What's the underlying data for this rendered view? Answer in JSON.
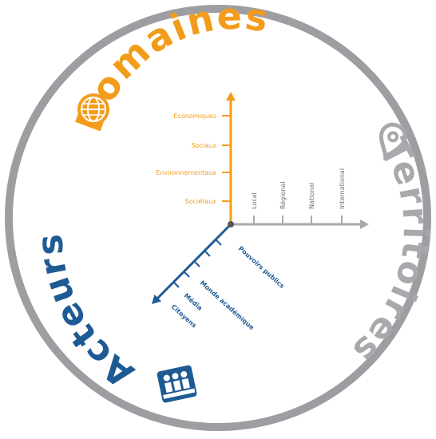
{
  "colors": {
    "domaines": "#f39c1b",
    "territoires": "#a8a9ad",
    "acteurs": "#1e5b94",
    "ring": "#9d9ea2"
  },
  "titles": {
    "domaines": "Domaines",
    "territoires": "Territoires",
    "acteurs": "Acteurs"
  },
  "icons": {
    "domaines": "globe-icon",
    "territoires": "map-pin-icon",
    "acteurs": "people-icon"
  },
  "axes": {
    "domaines": {
      "labels": [
        "Économiques",
        "Sociaux",
        "Environnementaux",
        "Sociétaux"
      ]
    },
    "territoires": {
      "labels": [
        "Local",
        "Régional",
        "National",
        "International"
      ]
    },
    "acteurs": {
      "labels": [
        "Pouvoirs publics",
        "Monde académique",
        "Média",
        "Citoyens"
      ]
    }
  }
}
